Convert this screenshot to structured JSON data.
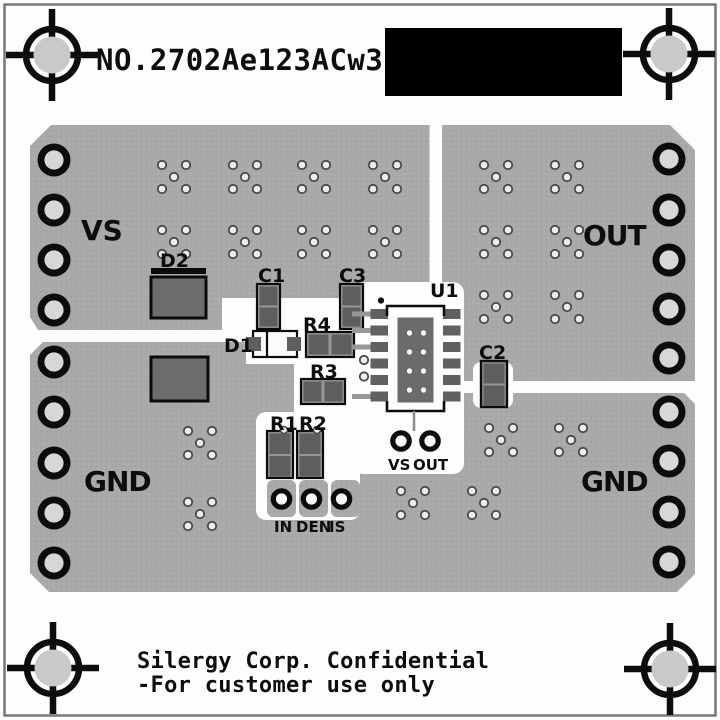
{
  "board": {
    "number": "NO.2702Ae123ACw3",
    "footer_line1": "Silergy Corp. Confidential",
    "footer_line2": "-For customer use only"
  },
  "regions": {
    "vs": "VS",
    "out": "OUT",
    "gnd_left": "GND",
    "gnd_right": "GND"
  },
  "components": [
    {
      "ref": "D2"
    },
    {
      "ref": "C1"
    },
    {
      "ref": "C3"
    },
    {
      "ref": "R4"
    },
    {
      "ref": "D1"
    },
    {
      "ref": "R3"
    },
    {
      "ref": "U1"
    },
    {
      "ref": "C2"
    },
    {
      "ref": "R1"
    },
    {
      "ref": "R2"
    }
  ],
  "test_points": [
    {
      "label": "VS"
    },
    {
      "label": "OUT"
    },
    {
      "label": "IN"
    },
    {
      "label": "DEN"
    },
    {
      "label": "IS"
    }
  ],
  "colors": {
    "copper_pour": "#a9a9a9",
    "silkscreen": "#0d0d0d",
    "pad_fill": "#5e5e5e",
    "drill_fill": "#d7d7d7",
    "redaction": "#000000"
  }
}
